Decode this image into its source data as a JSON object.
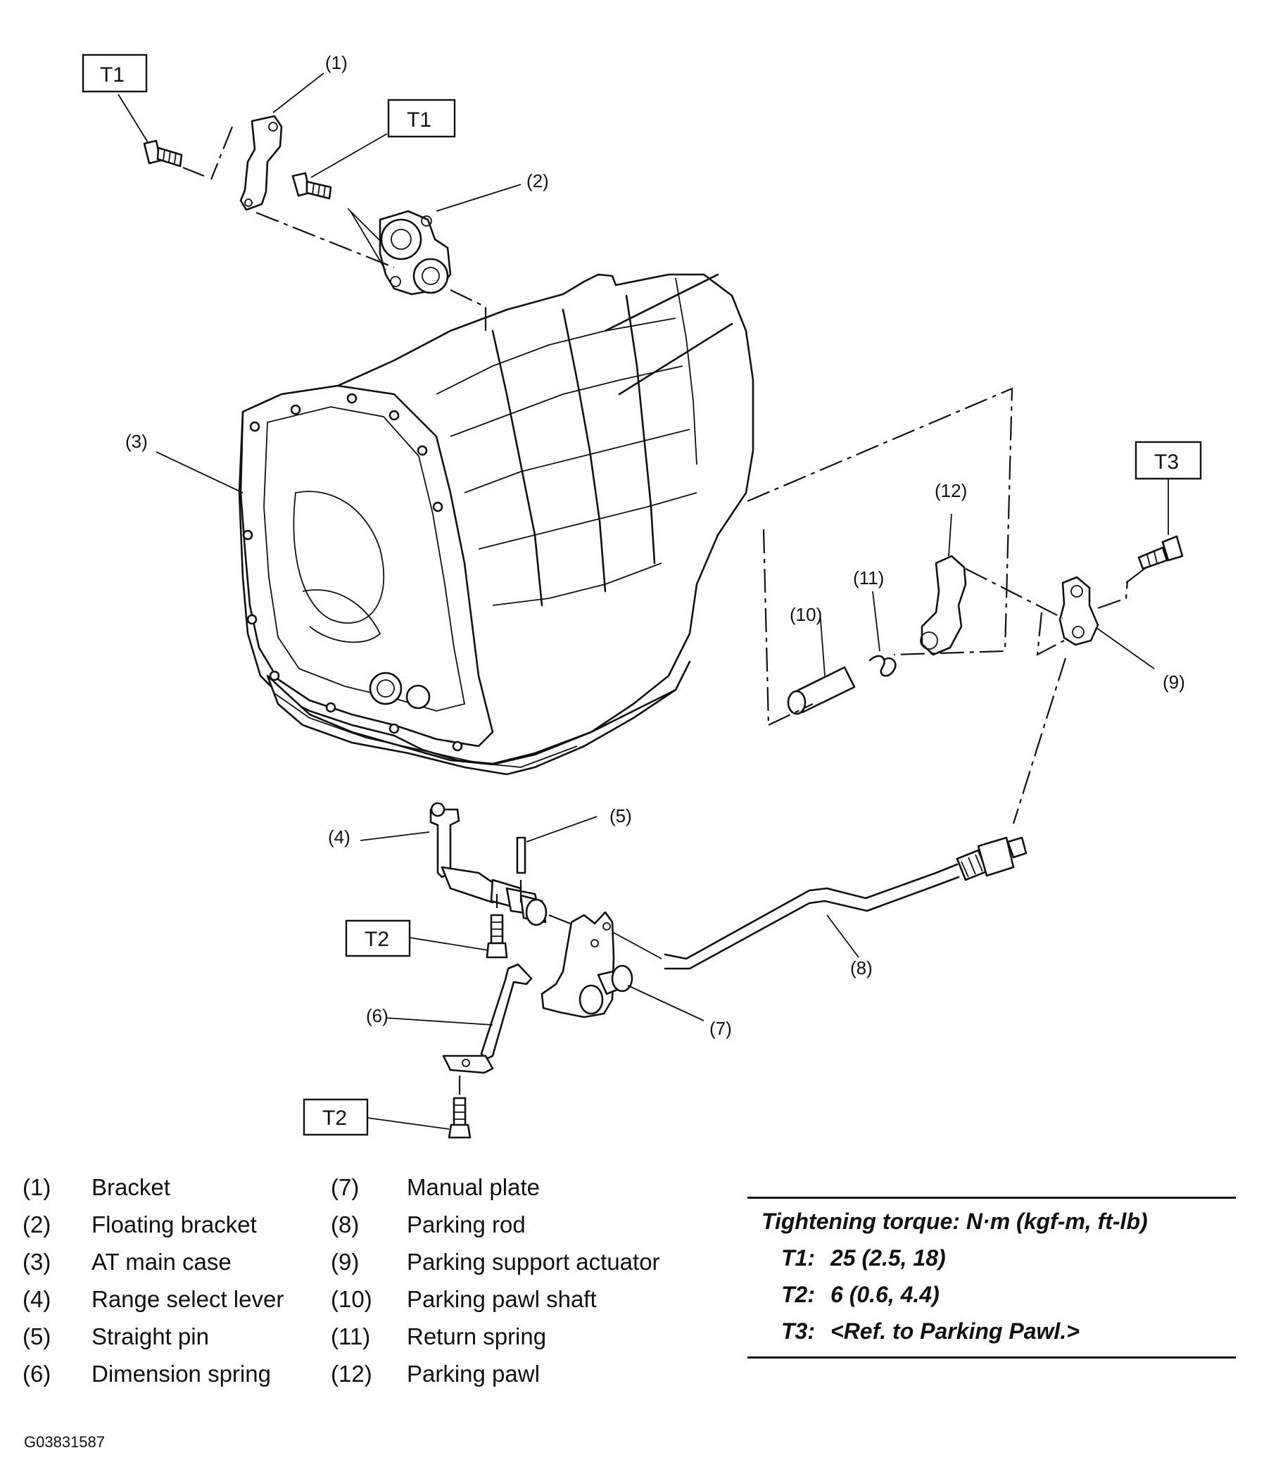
{
  "callouts": [
    "(1)",
    "(2)",
    "(3)",
    "(4)",
    "(5)",
    "(6)",
    "(7)",
    "(8)",
    "(9)",
    "(10)",
    "(11)",
    "(12)"
  ],
  "torque_tags": {
    "t1_top": "T1",
    "t1_mid": "T1",
    "t3": "T3",
    "t2_upper": "T2",
    "t2_lower": "T2"
  },
  "legend": {
    "left": [
      {
        "num": "(1)",
        "name": "Bracket"
      },
      {
        "num": "(2)",
        "name": "Floating bracket"
      },
      {
        "num": "(3)",
        "name": "AT main case"
      },
      {
        "num": "(4)",
        "name": "Range select lever"
      },
      {
        "num": "(5)",
        "name": "Straight pin"
      },
      {
        "num": "(6)",
        "name": "Dimension spring"
      }
    ],
    "right": [
      {
        "num": "(7)",
        "name": "Manual plate"
      },
      {
        "num": "(8)",
        "name": "Parking rod"
      },
      {
        "num": "(9)",
        "name": "Parking support actuator"
      },
      {
        "num": "(10)",
        "name": "Parking pawl shaft"
      },
      {
        "num": "(11)",
        "name": "Return spring"
      },
      {
        "num": "(12)",
        "name": "Parking pawl"
      }
    ]
  },
  "torque_table": {
    "title": "Tightening torque: N·m (kgf-m, ft-lb)",
    "rows": [
      {
        "key": "T1:",
        "value": "25 (2.5, 18)"
      },
      {
        "key": "T2:",
        "value": "6 (0.6, 4.4)"
      },
      {
        "key": "T3:",
        "value": "<Ref. to Parking Pawl.>"
      }
    ]
  },
  "figure_code": "G03831587"
}
